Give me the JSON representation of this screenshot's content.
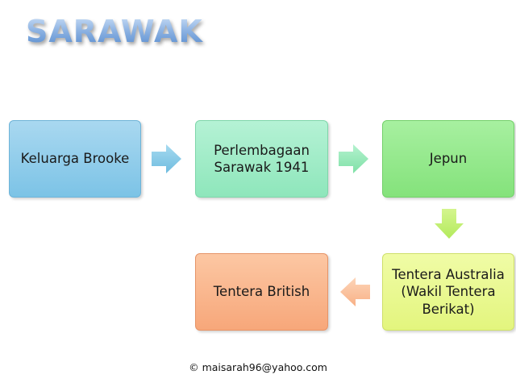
{
  "title": "SARAWAK",
  "nodes": [
    {
      "label": "Keluarga Brooke",
      "color": "#7cc3e6"
    },
    {
      "label": "Perlembagaan Sarawak 1941",
      "color": "#8ee6bb"
    },
    {
      "label": "Jepun",
      "color": "#84e27b"
    },
    {
      "label": "Tentera Australia (Wakil Tentera Berikat)",
      "color": "#e3f57e"
    },
    {
      "label": "Tentera British",
      "color": "#f7a77a"
    }
  ],
  "arrows": [
    {
      "from": "Keluarga Brooke",
      "to": "Perlembagaan Sarawak 1941",
      "color": "#7ec6e3"
    },
    {
      "from": "Perlembagaan Sarawak 1941",
      "to": "Jepun",
      "color": "#8fe8b2"
    },
    {
      "from": "Jepun",
      "to": "Tentera Australia (Wakil Tentera Berikat)",
      "color": "#c4f070"
    },
    {
      "from": "Tentera Australia (Wakil Tentera Berikat)",
      "to": "Tentera British",
      "color": "#fbc39e"
    }
  ],
  "footer": "© maisarah96@yahoo.com"
}
